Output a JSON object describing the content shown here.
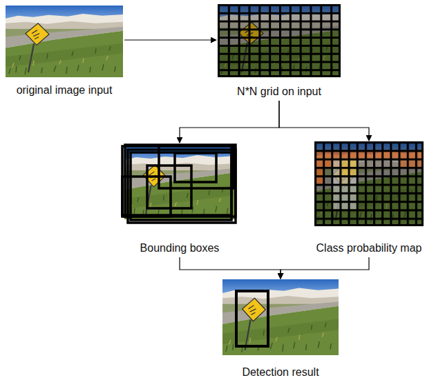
{
  "diagram": {
    "nodes": [
      {
        "text": [
          "original image input"
        ]
      },
      {
        "text": [
          "N*N grid on input"
        ]
      },
      {
        "text": [
          "Bounding boxes"
        ]
      },
      {
        "text": [
          "Class probability map"
        ]
      },
      {
        "text": [
          "Detection result"
        ]
      }
    ],
    "edges": [
      {
        "from": 0,
        "to": 1,
        "arrow": "to"
      },
      {
        "from": 1,
        "to": 2,
        "arrow": "to"
      },
      {
        "from": 1,
        "to": 3,
        "arrow": "to"
      },
      {
        "from": 2,
        "to": 4,
        "arrow": "to"
      },
      {
        "from": 3,
        "to": 4,
        "arrow": "to"
      }
    ]
  }
}
